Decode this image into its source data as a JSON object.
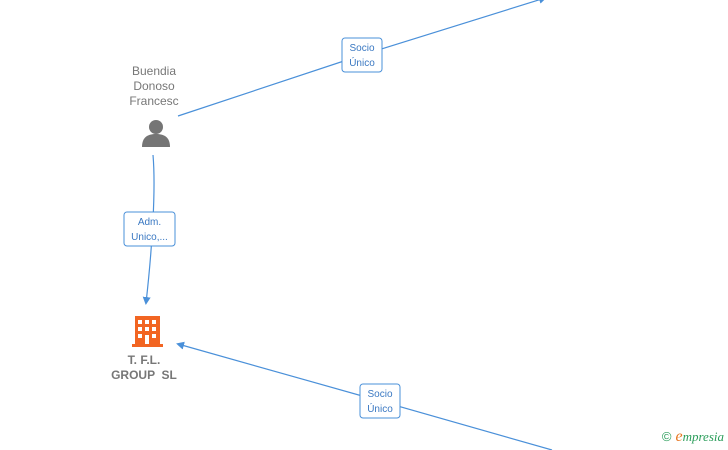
{
  "nodes": {
    "person": {
      "name_lines": [
        "Buendia",
        "Donoso",
        "Francesc"
      ],
      "icon": "person-icon",
      "color": "#757575"
    },
    "company": {
      "name_lines": [
        "T. F.L.",
        "GROUP  SL"
      ],
      "icon": "building-icon",
      "color": "#f26522"
    }
  },
  "edges": {
    "top_right": {
      "label_lines": [
        "Socio",
        "Único"
      ]
    },
    "person_to_company": {
      "label_lines": [
        "Adm.",
        "Unico,..."
      ]
    },
    "bottom_right": {
      "label_lines": [
        "Socio",
        "Único"
      ]
    }
  },
  "colors": {
    "edge": "#4a90d9",
    "label_text": "#3a78c2"
  },
  "brand": {
    "symbol": "©",
    "initial": "e",
    "rest": "mpresia"
  }
}
